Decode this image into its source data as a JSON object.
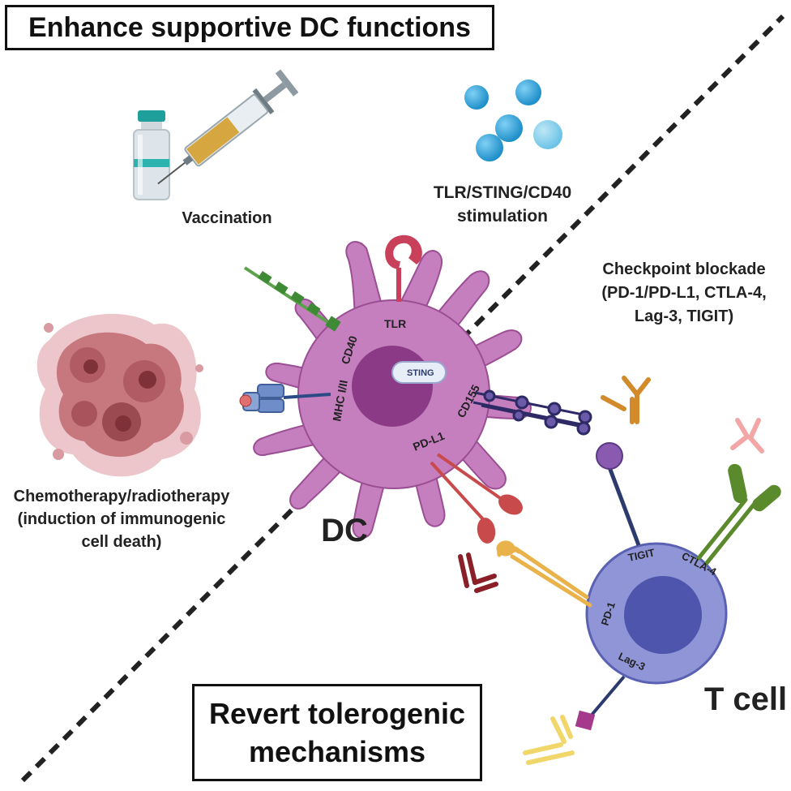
{
  "titles": {
    "enhance": "Enhance supportive DC functions",
    "revert_line1": "Revert tolerogenic",
    "revert_line2": "mechanisms"
  },
  "labels": {
    "vaccination": "Vaccination",
    "stimulation_line1": "TLR/STING/CD40",
    "stimulation_line2": "stimulation",
    "checkpoint_line1": "Checkpoint blockade",
    "checkpoint_line2": "(PD-1/PD-L1, CTLA-4,",
    "checkpoint_line3": "Lag-3, TIGIT)",
    "chemo_line1": "Chemotherapy/radiotherapy",
    "chemo_line2": "(induction of immunogenic",
    "chemo_line3": "cell death)",
    "dc": "DC",
    "tcell": "T cell"
  },
  "receptors": {
    "tlr": "TLR",
    "cd40": "CD40",
    "mhc": "MHC I/II",
    "sting": "STING",
    "cd155": "CD155",
    "pdl1": "PD-L1",
    "tigit": "TIGIT",
    "ctla4": "CTLA-4",
    "pd1": "PD-1",
    "lag3": "Lag-3"
  },
  "colors": {
    "dc_body": "#c57fbf",
    "dc_nucleus": "#8b3a86",
    "tcell_body": "#8f95d6",
    "tcell_nucleus": "#4d55ac",
    "tlr": "#c9405a",
    "cd40": "#5aa34a",
    "pdl1": "#c84a4a",
    "pd1": "#eab24a",
    "tigit_cd155": "#5a4c94",
    "ctla4": "#5a8a2c",
    "lag3": "#a53a8c",
    "vaccine": "#2bb3b0",
    "syringe": "#d6a640",
    "agonist_beads": "#2fa2d8",
    "dying_cells": "#b15c64"
  }
}
